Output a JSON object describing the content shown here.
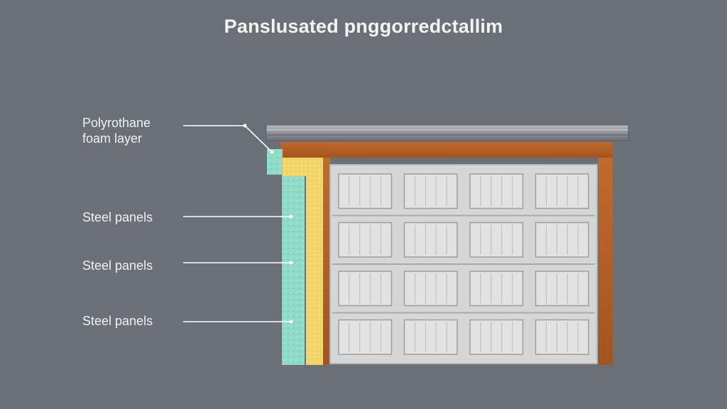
{
  "title": "Panslusated pnggorredctallim",
  "labels": {
    "foam_line1": "Polyrothane",
    "foam_line2": "foam layer",
    "steel_1": "Steel panels",
    "steel_2": "Steel panels",
    "steel_3": "Steel panels"
  },
  "colors": {
    "background": "#6b7077",
    "frame_wood": "#b8622a",
    "door_panel": "#d9d9d9",
    "foam_teal": "#8fdbc8",
    "insulation_yellow": "#f2d66b",
    "header_rail": "#9ca0a6",
    "leader_line": "#ffffff"
  },
  "door": {
    "rows": 4,
    "columns": 4
  }
}
